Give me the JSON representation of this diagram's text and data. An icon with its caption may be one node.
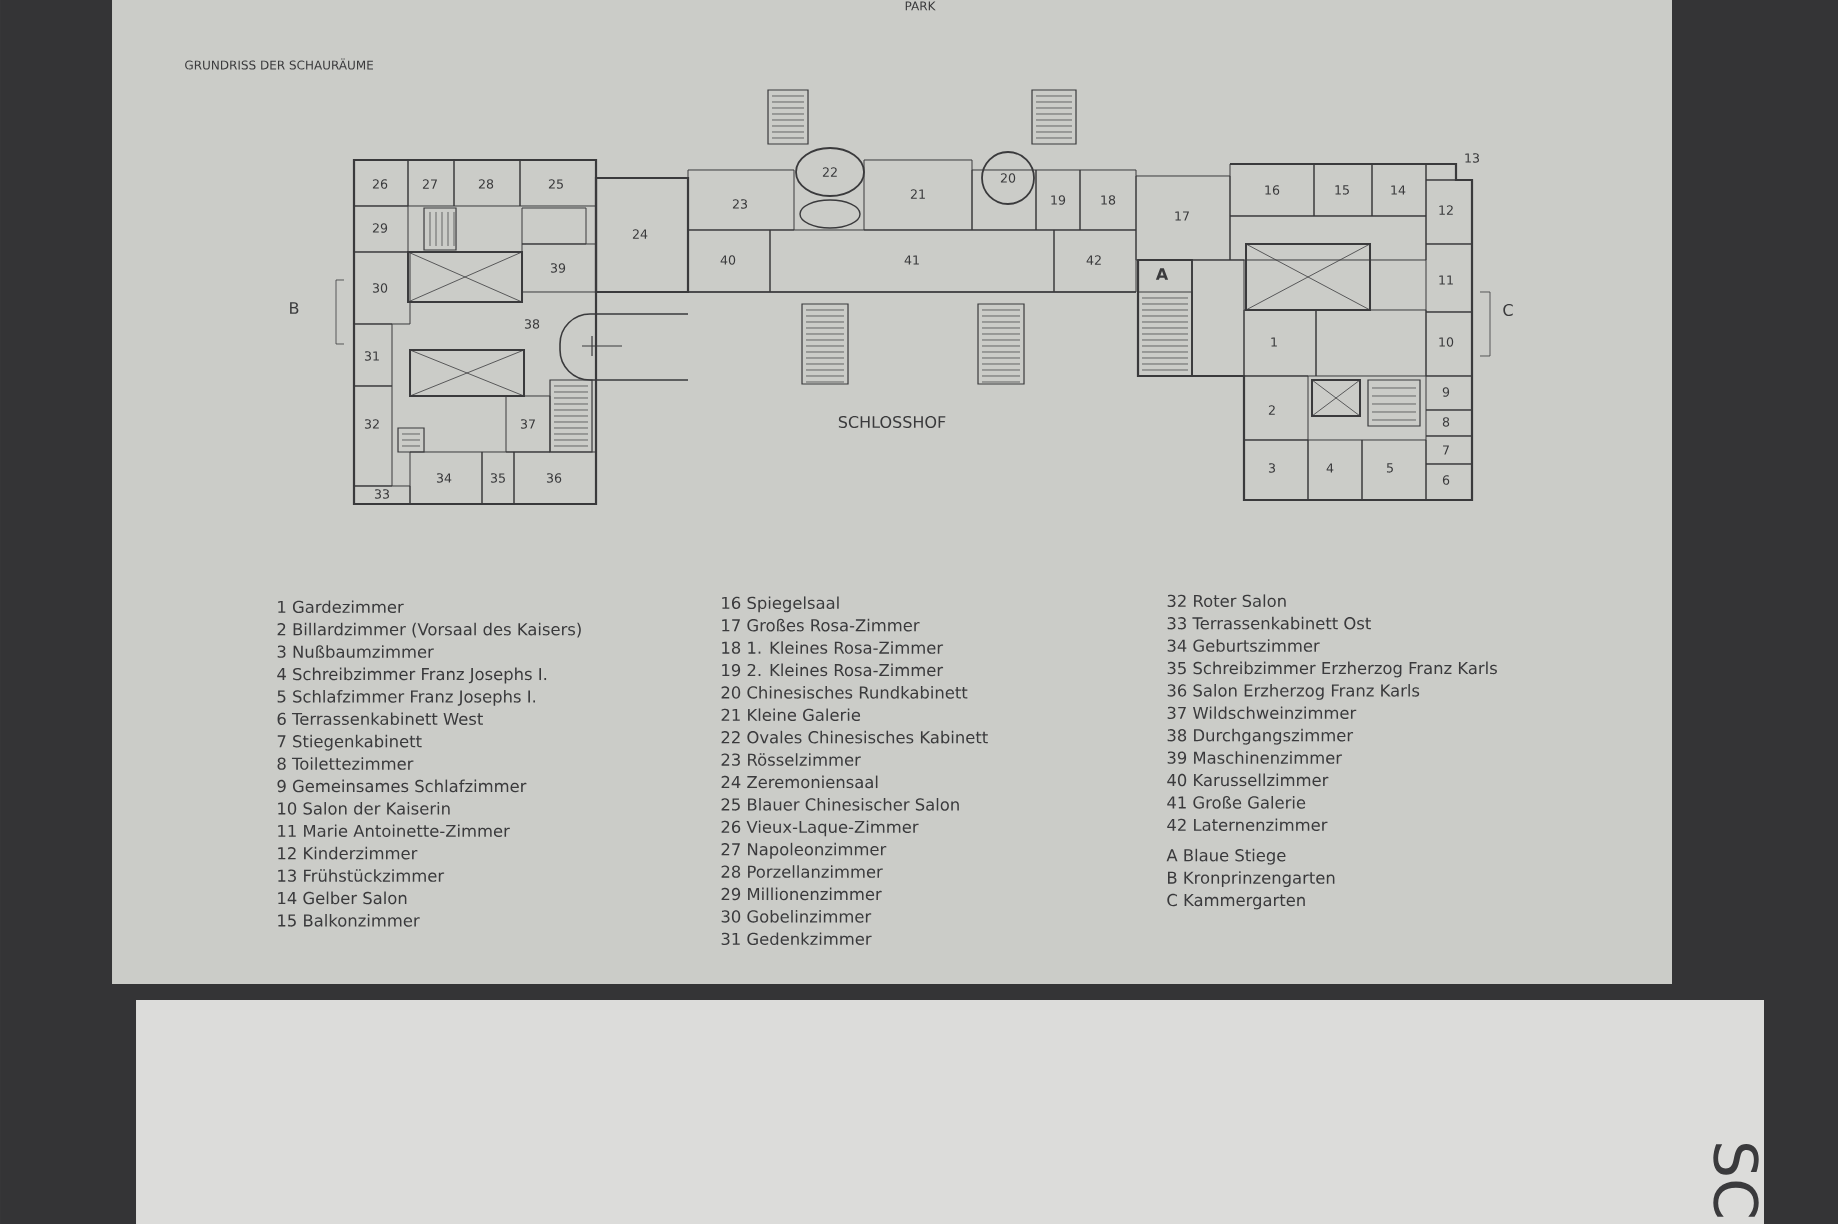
{
  "diagram": {
    "title": "GRUNDRISS DER SCHAURÄUME",
    "labels": [
      "PARK",
      "B",
      "C",
      "SCHLOSSHOF",
      "1",
      "2",
      "3",
      "4",
      "5",
      "6",
      "7",
      "8",
      "9",
      "10",
      "11",
      "12",
      "13",
      "14",
      "15",
      "16",
      "17",
      "18",
      "19",
      "20",
      "21",
      "22",
      "23",
      "24",
      "25",
      "26",
      "27",
      "28",
      "29",
      "30",
      "31",
      "32",
      "33",
      "34",
      "35",
      "36",
      "37",
      "38",
      "39",
      "40",
      "41",
      "42",
      "A",
      "1 Gardezimmer",
      "2 Billardzimmer (Vorsaal des Kaisers)",
      "3 Nußbaumzimmer",
      "4 Schreibzimmer Franz Josephs I.",
      "5 Schlafzimmer Franz Josephs I.",
      "6 Terrassenkabinett West",
      "7 Stiegenkabinett",
      "8 Toilettezimmer",
      "9 Gemeinsames Schlafzimmer",
      "10 Salon der Kaiserin",
      "11 Marie Antoinette-Zimmer",
      "12 Kinderzimmer",
      "13 Frühstückzimmer",
      "14 Gelber Salon",
      "15 Balkonzimmer",
      "16 Spiegelsaal",
      "17 Großes Rosa-Zimmer",
      "18 1. Kleines Rosa-Zimmer",
      "19 2. Kleines Rosa-Zimmer",
      "20 Chinesisches Rundkabinett",
      "21 Kleine Galerie",
      "22 Ovales Chinesisches Kabinett",
      "23 Rösselzimmer",
      "24 Zeremoniensaal",
      "25 Blauer Chinesischer Salon",
      "26 Vieux-Laque-Zimmer",
      "27 Napoleonzimmer",
      "28 Porzellanzimmer",
      "29 Millionenzimmer",
      "30 Gobelinzimmer",
      "31 Gedenkzimmer",
      "32 Roter Salon",
      "33 Terrassenkabinett Ost",
      "34 Geburtszimmer",
      "35 Schreibzimmer Erzherzog Franz Karls",
      "36 Salon Erzherzog Franz Karls",
      "37 Wildschweinzimmer",
      "38 Durchgangszimmer",
      "39 Maschinenzimmer",
      "40 Karussellzimmer",
      "41 Große Galerie",
      "42 Laternenzimmer",
      "A Blaue Stiege",
      "B Kronprinzengarten",
      "C Kammergarten",
      "SC"
    ]
  }
}
